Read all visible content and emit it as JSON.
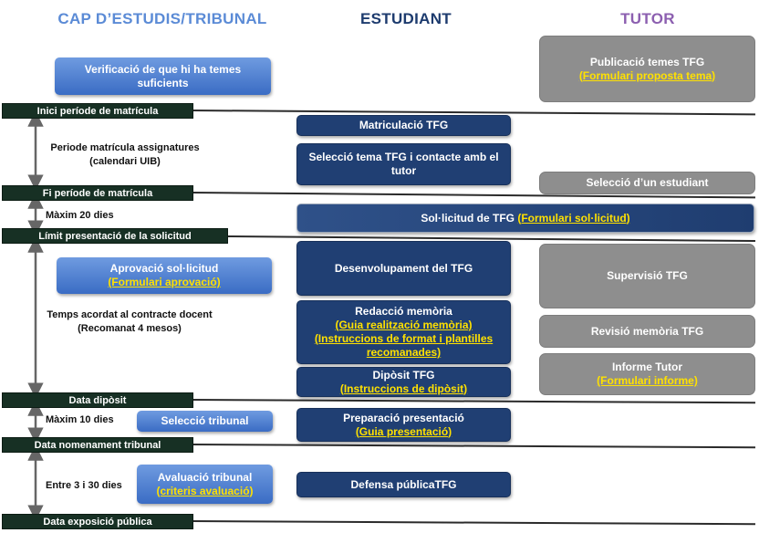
{
  "columns": {
    "cap": "CAP D’ESTUDIS/TRIBUNAL",
    "estudiant": "ESTUDIANT",
    "tutor": "TUTOR"
  },
  "colors": {
    "cap_header": "#5b8bd6",
    "estudiant_header": "#1d3b6e",
    "tutor_header": "#8c5fb0",
    "link": "#ffe100"
  },
  "milestones": {
    "inici": "Inici període de matrícula",
    "fi": "Fi període de matrícula",
    "limit": "Límit presentació de la solicitud",
    "diposit": "Data dipòsit",
    "nomenament": "Data nomenament tribunal",
    "exposicio": "Data exposició pública"
  },
  "intervals": {
    "periode_1": "Periode matrícula assignatures",
    "periode_2": "(calendari UIB)",
    "maxim20": "Màxim 20 dies",
    "temps_1": "Temps acordat al contracte docent",
    "temps_2": "(Recomanat 4 mesos)",
    "maxim10": "Màxim 10 dies",
    "entre": "Entre 3 i 30 dies"
  },
  "cap_boxes": {
    "verificacio_1": "Verificació de que hi ha temes",
    "verificacio_2": "suficients",
    "aprovacio": "Aprovació sol·licitud",
    "aprovacio_link": "(Formulari aprovació)",
    "seleccio_tribunal": "Selecció tribunal",
    "avaluacio": "Avaluació tribunal",
    "avaluacio_link": "(criteris avaluació)"
  },
  "estudiant_boxes": {
    "matriculacio": "Matriculació TFG",
    "seleccio_tema_1": "Selecció tema TFG i contacte amb el",
    "seleccio_tema_2": "tutor",
    "sollicitud": "Sol·licitud de TFG ",
    "sollicitud_link": "(Formulari sol·licitud)",
    "desenvolupament": "Desenvolupament del TFG",
    "redaccio": "Redacció memòria",
    "redaccio_link1": "(Guia realització memòria)",
    "redaccio_link2a": "(Instruccions de format i plantilles",
    "redaccio_link2b": "recomanades)",
    "diposit": "Dipòsit TFG",
    "diposit_link": "(Instruccions de dipòsit)",
    "preparacio": "Preparació presentació",
    "preparacio_link": "(Guia presentació)",
    "defensa": "Defensa públicaTFG"
  },
  "tutor_boxes": {
    "publicacio": "Publicació temes TFG",
    "publicacio_link": "(Formulari proposta tema)",
    "seleccio_estudiant": "Selecció d’un estudiant",
    "supervisio": "Supervisió TFG",
    "revisio": "Revisió memòria TFG",
    "informe": "Informe Tutor",
    "informe_link": "(Formulari informe)"
  }
}
